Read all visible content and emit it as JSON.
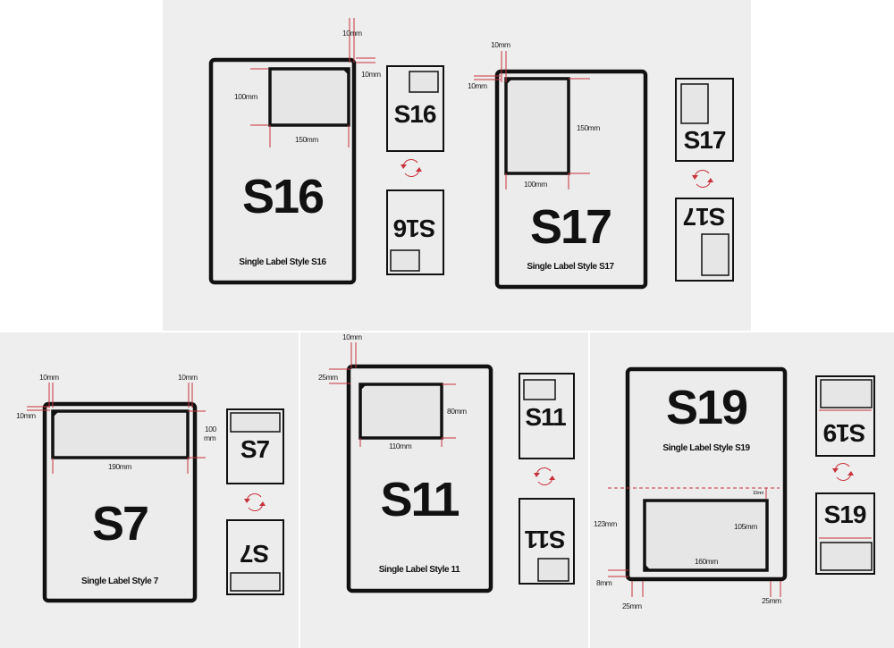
{
  "accent_color": "#c8323c",
  "styles": [
    {
      "id": "S16",
      "code": "S16",
      "caption": "Single Label Style S16",
      "dims": {
        "height": "100mm",
        "width": "150mm",
        "top_margin": "10mm",
        "right_margin": "10mm"
      }
    },
    {
      "id": "S17",
      "code": "S17",
      "caption": "Single Label Style S17",
      "dims": {
        "height": "150mm",
        "width": "100mm",
        "top_margin": "10mm",
        "left_margin": "10mm"
      }
    },
    {
      "id": "S7",
      "code": "S7",
      "caption": "Single Label Style 7",
      "dims": {
        "left_margin_top": "10mm",
        "right_margin_top": "10mm",
        "top_margin": "10mm",
        "width": "190mm",
        "height_num": "100",
        "height_unit": "mm"
      }
    },
    {
      "id": "S11",
      "code": "S11",
      "caption": "Single Label Style 11",
      "dims": {
        "top_margin": "10mm",
        "top_offset": "25mm",
        "height": "80mm",
        "width": "110mm"
      }
    },
    {
      "id": "S19",
      "code": "S19",
      "caption": "Single Label Style S19",
      "dims": {
        "top_gap": "10mm",
        "height": "105mm",
        "width": "160mm",
        "offset_from_bottom": "123mm",
        "bottom_margin": "8mm",
        "left_margin": "25mm",
        "right_margin": "25mm"
      }
    }
  ],
  "icons": {
    "rotate": "rotate-arrows-icon",
    "corner": "corner-fold-icon"
  }
}
